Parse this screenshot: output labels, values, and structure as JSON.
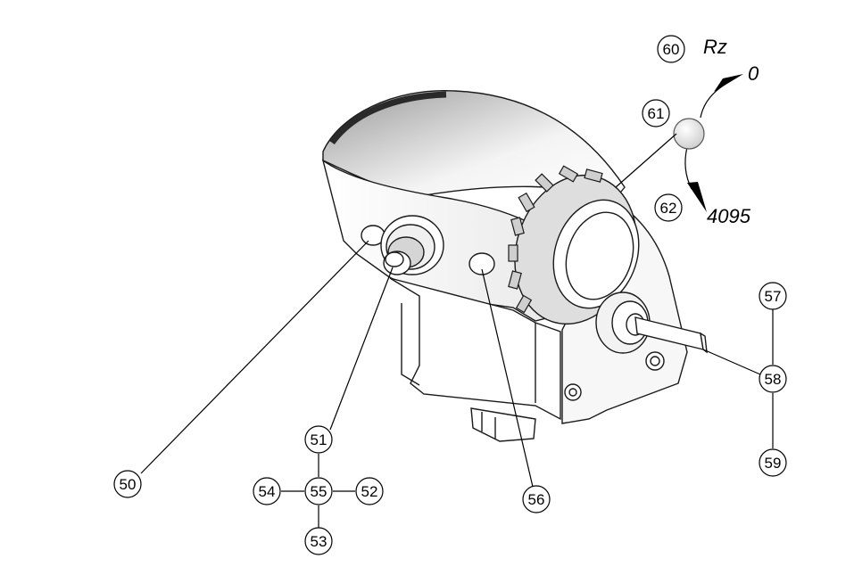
{
  "callouts": {
    "c50": "50",
    "c51": "51",
    "c52": "52",
    "c53": "53",
    "c54": "54",
    "c55": "55",
    "c56": "56",
    "c57": "57",
    "c58": "58",
    "c59": "59",
    "c60": "60",
    "c61": "61",
    "c62": "62"
  },
  "axis": {
    "name": "Rz",
    "min_label": "0",
    "max_label": "4095"
  },
  "colors": {
    "line": "#000000",
    "body_light": "#f2f2f2",
    "body_mid": "#d9d9d9",
    "body_dark": "#3a3a3a"
  }
}
